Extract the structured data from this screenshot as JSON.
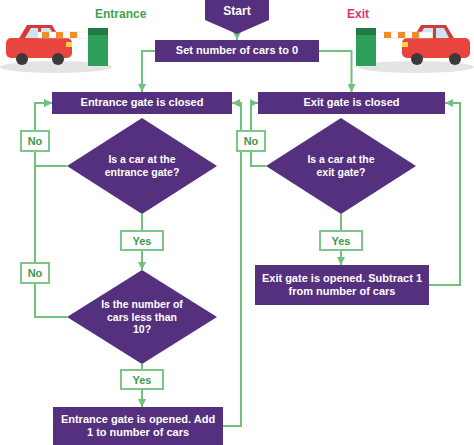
{
  "diagram": {
    "nodes": [
      {
        "text": [
          "Start"
        ]
      },
      {
        "text": [
          "Set number of cars to 0"
        ]
      },
      {
        "text": [
          "Entrance gate is closed"
        ]
      },
      {
        "text": [
          "Exit gate is closed"
        ]
      },
      {
        "text": [
          "No"
        ]
      },
      {
        "text": [
          "Is a car at the entrance gate?"
        ]
      },
      {
        "text": [
          "No"
        ]
      },
      {
        "text": [
          "Is a car at the exit gate?"
        ]
      },
      {
        "text": [
          "Yes"
        ]
      },
      {
        "text": [
          "Yes"
        ]
      },
      {
        "text": [
          "No"
        ]
      },
      {
        "text": [
          "Exit gate is opened. Subtract 1 from number of cars"
        ]
      },
      {
        "text": [
          "Is the number of cars less than 10?"
        ]
      },
      {
        "text": [
          "Yes"
        ]
      },
      {
        "text": [
          "Entrance gate is opened. Add 1 to number of cars"
        ]
      }
    ],
    "edges": [
      {
        "from": 0,
        "to": 1,
        "arrow": "to"
      },
      {
        "from": 1,
        "to": 2,
        "arrow": "to"
      },
      {
        "from": 1,
        "to": 3,
        "arrow": "to"
      },
      {
        "from": 5,
        "to": 4,
        "arrow": "none"
      },
      {
        "from": 4,
        "to": 2,
        "arrow": "to"
      },
      {
        "from": 5,
        "to": 8,
        "arrow": "none"
      },
      {
        "from": 8,
        "to": 12,
        "arrow": "to"
      },
      {
        "from": 12,
        "to": 10,
        "arrow": "none"
      },
      {
        "from": 10,
        "to": 2,
        "arrow": "to"
      },
      {
        "from": 12,
        "to": 13,
        "arrow": "none"
      },
      {
        "from": 13,
        "to": 14,
        "arrow": "to"
      },
      {
        "from": 14,
        "to": 2,
        "arrow": "to"
      },
      {
        "from": 7,
        "to": 6,
        "arrow": "none"
      },
      {
        "from": 6,
        "to": 3,
        "arrow": "to"
      },
      {
        "from": 7,
        "to": 9,
        "arrow": "none"
      },
      {
        "from": 9,
        "to": 11,
        "arrow": "to"
      },
      {
        "from": 11,
        "to": 3,
        "arrow": "to"
      }
    ],
    "labels": [
      "Entrance",
      "Exit"
    ]
  }
}
